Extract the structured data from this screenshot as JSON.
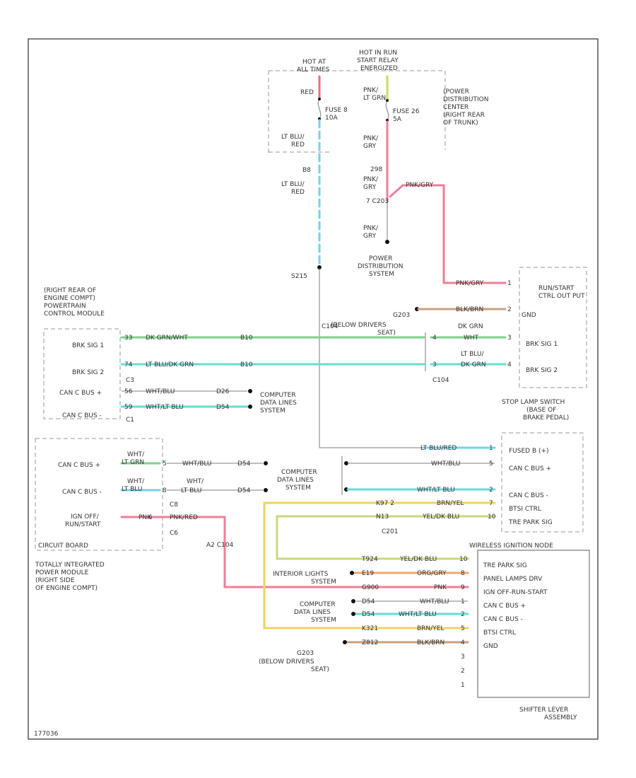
{
  "colors": {
    "red": "#f06a7c",
    "pink": "#ef7f97",
    "ltblue": "#70d6e6",
    "green": "#7ed28a",
    "cyan": "#66dcd7",
    "gray": "#9a9a9a",
    "brown": "#c9a07c",
    "yellow": "#f0d264",
    "olive": "#c8d87e",
    "orange": "#f2a66e",
    "lime": "#c8df5a"
  },
  "pdc": {
    "hot_at_all_times": [
      "HOT AT",
      "ALL TIMES"
    ],
    "hot_in_run": [
      "HOT IN RUN",
      "START RELAY",
      "ENERGIZED"
    ],
    "location": [
      "(POWER",
      "DISTRIBUTION",
      "CENTER",
      "(RIGHT REAR",
      "OF TRUNK)"
    ],
    "fuse_a": [
      "FUSE 8",
      "10A"
    ],
    "fuse_b": [
      "FUSE 26",
      "5A"
    ],
    "wire_red": "RED",
    "wire_pnk_ltgrn": [
      "PNK/",
      "LT GRN"
    ],
    "wire_ltblu_red_1": [
      "LT BLU/",
      "RED"
    ],
    "wire_pnk_gry_1": [
      "PNK/",
      "GRY"
    ],
    "circuit_b": "B8",
    "circuit_298": "298",
    "wire_ltblu_red_2": [
      "LT BLU/",
      "RED"
    ],
    "wire_pnk_gry_2": [
      "PNK/",
      "GRY"
    ],
    "connector": "7 C203",
    "pnk_gry_h": "PNK/GRY",
    "wire_pnk_gry_3": [
      "PNK/",
      "GRY"
    ],
    "pds": [
      "POWER",
      "DISTRIBUTION",
      "SYSTEM"
    ]
  },
  "splice": "S215",
  "pcm": {
    "location": [
      "(RIGHT REAR OF",
      "ENGINE COMPT)",
      "POWERTRAIN",
      "CONTROL MODULE"
    ],
    "brk_sig_1": "BRK SIG 1",
    "brk_sig_2": "BRK SIG 2",
    "can_c_bus_plus": "CAN C BUS +",
    "can_c_bus_minus": "CAN C BUS -",
    "c3": "C3",
    "c1": "C1",
    "pin_33": "33",
    "pin_74": "74",
    "pin_56": "56",
    "pin_59": "59",
    "wire_dkgrn_wht": "DK GRN/WHT",
    "wire_ltblu_dkgrn": "LT BLU/DK GRN",
    "wire_wht_blu": "WHT/BLU",
    "wire_wht_ltblu": "WHT/LT BLU",
    "d_a": "D26",
    "d_b": "D54",
    "b_a": "B10",
    "b_b": "B10",
    "cds": [
      "COMPUTER",
      "DATA LINES",
      "SYSTEM"
    ]
  },
  "g203_upper": "G203",
  "below_drivers_seat_1": [
    "(BELOW DRIVERS",
    "SEAT)"
  ],
  "c104": "C104",
  "stop_switch": {
    "pnk_gry": "PNK/GRY",
    "blk_brn": "BLK/BRN",
    "dkgrn": "DK GRN",
    "wht": "WHT",
    "ltblu": "LT BLU/",
    "dkgrn2": "DK GRN",
    "pin_p1": "1",
    "pin_p2": "2",
    "pin_p3": "3",
    "pin_p4": "4",
    "c104_pin_a": "4",
    "c104_pin_b": "3",
    "cav_a": "4",
    "cav_b": "3",
    "run_start": [
      "RUN/START",
      "CTRL OUT PUT"
    ],
    "gnd": "GND",
    "brk_sig_1": "BRK SIG 1",
    "brk_sig_2": "BRK SIG 2",
    "location": [
      "STOP LAMP SWITCH",
      "(BASE OF",
      "BRAKE PEDAL)"
    ]
  },
  "tipm": {
    "can_c_bus_plus": "CAN C BUS +",
    "can_c_bus_minus": "CAN C BUS -",
    "ign_off": [
      "IGN OFF/",
      "RUN/START"
    ],
    "circuit_board": "CIRCUIT BOARD",
    "wht_ltgrn": [
      "WHT/",
      "LT GRN"
    ],
    "wht_ltblu": [
      "WHT/",
      "LT BLU"
    ],
    "pin_a": "5",
    "pin_b": "8",
    "pin_c": "6",
    "c8": "C8",
    "c6": "C6",
    "pnk": "PNK",
    "pnk_red": "PNK/RED",
    "wht_blu": "WHT/BLU",
    "d_a": "D54",
    "d_b": "D54",
    "a_circuit": "A2 C104",
    "name": [
      "TOTALLY INTEGRATED",
      "POWER MODULE",
      "(RIGHT SIDE",
      "OF ENGINE COMPT)"
    ]
  },
  "cds_middle": [
    "COMPUTER",
    "DATA LINES",
    "SYSTEM"
  ],
  "wiring_upper": {
    "ltblu_red": "LT BLU/RED",
    "wht_blu": "WHT/BLU",
    "wht_ltblu": "WHT/LT BLU",
    "brn_yel": "BRN/YEL",
    "yel_dkblu": "YEL/DK BLU",
    "pins": [
      "1",
      "5",
      "2",
      "7",
      "10"
    ],
    "circuit_a": "K97 2",
    "circuit_b": "N13"
  },
  "shift_module": {
    "fuses": "FUSED B (+)",
    "can_c_bus_plus": "CAN C BUS +",
    "can_c_bus_minus": "CAN C BUS -",
    "btsi": "BTSI CTRL",
    "tre_park": "TRE PARK SIG",
    "name": [
      "SHIFTER LEVER",
      "ASSEMBLY"
    ]
  },
  "c201": "C201",
  "wireless": {
    "title": "WIRELESS IGNITION NODE",
    "items": [
      "TRE PARK SIG",
      "PANEL LAMPS DRV",
      "IGN OFF-RUN-START",
      "CAN C BUS +",
      "CAN C BUS -",
      "BTSI CTRL",
      "GND"
    ],
    "wires": [
      "YEL/DK BLU",
      "ORG/GRY",
      "PNK",
      "WHT/BLU",
      "WHT/LT BLU",
      "BRN/YEL",
      "BLK/BRN"
    ],
    "circuits": [
      "T924",
      "E19",
      "G900",
      "D54",
      "D54",
      "K321",
      "Z812"
    ],
    "pins": [
      "10",
      "8",
      "9",
      "1",
      "2",
      "5",
      "4",
      "3",
      "2",
      "1"
    ]
  },
  "interior_lights": [
    "INTERIOR LIGHTS",
    "SYSTEM"
  ],
  "cds_lower": [
    "COMPUTER",
    "DATA LINES",
    "SYSTEM"
  ],
  "g203_lower": "G203",
  "below_drivers_seat_2": [
    "(BELOW DRIVERS",
    "SEAT)"
  ],
  "figure_id": "177036"
}
